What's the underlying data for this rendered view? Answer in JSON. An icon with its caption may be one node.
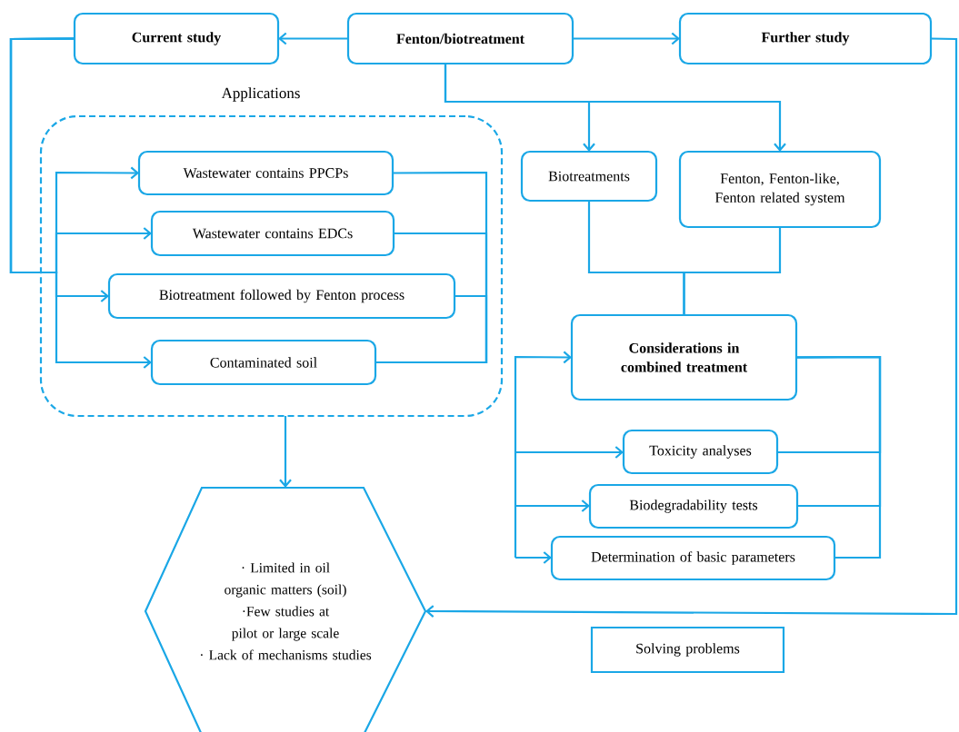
{
  "diagram": {
    "nodes": [
      {
        "text": [
          "Current study"
        ]
      },
      {
        "text": [
          "Fenton/biotreatment"
        ]
      },
      {
        "text": [
          "Further study"
        ]
      },
      {
        "text": [
          "Applications"
        ]
      },
      {
        "text": [
          "Wastewater contains PPCPs"
        ],
        "in": 3
      },
      {
        "text": [
          "Wastewater contains EDCs"
        ],
        "in": 3
      },
      {
        "text": [
          "Biotreatment followed by Fenton process"
        ],
        "in": 3
      },
      {
        "text": [
          "Contaminated soil"
        ],
        "in": 3
      },
      {
        "text": [
          "Biotreatments"
        ]
      },
      {
        "text": [
          "Fenton, Fenton-like, Fenton related system"
        ]
      },
      {
        "text": [
          "Considerations in combined treatment"
        ]
      },
      {
        "text": [
          "Toxicity analyses"
        ]
      },
      {
        "text": [
          "Biodegradability tests"
        ]
      },
      {
        "text": [
          "Determination of basic parameters"
        ]
      },
      {
        "text": [
          "· Limited in oil organic matters (soil)",
          "·Few studies at pilot or large scale",
          "· Lack of mechanisms studies"
        ]
      },
      {
        "text": [
          "Solving problems"
        ]
      }
    ],
    "edges": [
      {
        "from": 1,
        "to": 0,
        "arrow": "to"
      },
      {
        "from": 1,
        "to": 2,
        "arrow": "to"
      },
      {
        "from": 1,
        "to": 8,
        "arrow": "to"
      },
      {
        "from": 1,
        "to": 9,
        "arrow": "to"
      },
      {
        "from": 0,
        "to": 4,
        "arrow": "to"
      },
      {
        "from": 0,
        "to": 5,
        "arrow": "to"
      },
      {
        "from": 0,
        "to": 6,
        "arrow": "to"
      },
      {
        "from": 0,
        "to": 7,
        "arrow": "to"
      },
      {
        "from": 8,
        "to": 10,
        "arrow": "none"
      },
      {
        "from": 9,
        "to": 10,
        "arrow": "none"
      },
      {
        "from": null,
        "to": 10,
        "arrow": "to"
      },
      {
        "from": null,
        "to": 11,
        "arrow": "to"
      },
      {
        "from": null,
        "to": 12,
        "arrow": "to"
      },
      {
        "from": null,
        "to": 13,
        "arrow": "to"
      },
      {
        "from": 10,
        "to": 11,
        "arrow": "none"
      },
      {
        "from": 10,
        "to": 12,
        "arrow": "none"
      },
      {
        "from": 10,
        "to": 13,
        "arrow": "none"
      },
      {
        "from": 3,
        "to": 14,
        "arrow": "to"
      },
      {
        "from": 2,
        "to": 14,
        "arrow": "to"
      },
      {
        "from": 4,
        "to": 7,
        "arrow": "none"
      },
      {
        "from": 5,
        "to": 7,
        "arrow": "none"
      },
      {
        "from": 6,
        "to": 7,
        "arrow": "none"
      }
    ]
  }
}
